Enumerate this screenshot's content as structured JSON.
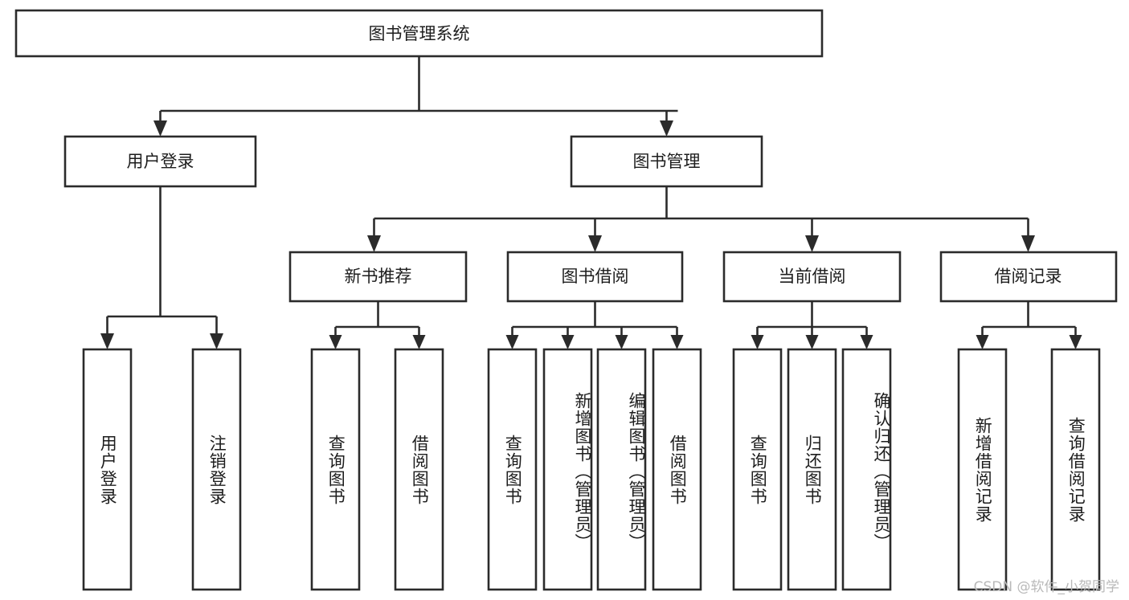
{
  "diagram": {
    "title": "图书管理系统",
    "type": "hierarchy-tree",
    "watermark": "CSDN @软件_小贺同学",
    "colors": {
      "box_stroke": "#2b2b2b",
      "box_fill": "#ffffff",
      "text": "#1d1d1d",
      "background": "#ffffff",
      "watermark": "#b9b9b9"
    },
    "levels": {
      "root": {
        "label": "图书管理系统"
      },
      "level2": [
        {
          "label": "用户登录"
        },
        {
          "label": "图书管理"
        }
      ],
      "level3": [
        {
          "label": "新书推荐"
        },
        {
          "label": "图书借阅"
        },
        {
          "label": "当前借阅"
        },
        {
          "label": "借阅记录"
        }
      ],
      "leaves": {
        "user_login": [
          {
            "label": "用户登录"
          },
          {
            "label": "注销登录"
          }
        ],
        "new_book_recommend": [
          {
            "label": "查询图书"
          },
          {
            "label": "借阅图书"
          }
        ],
        "book_borrow": [
          {
            "label": "查询图书"
          },
          {
            "label": "新增图书（管理员）"
          },
          {
            "label": "编辑图书（管理员）"
          },
          {
            "label": "借阅图书"
          }
        ],
        "current_borrow": [
          {
            "label": "查询图书"
          },
          {
            "label": "归还图书"
          },
          {
            "label": "确认归还（管理员）"
          }
        ],
        "borrow_record": [
          {
            "label": "新增借阅记录"
          },
          {
            "label": "查询借阅记录"
          }
        ]
      }
    }
  }
}
